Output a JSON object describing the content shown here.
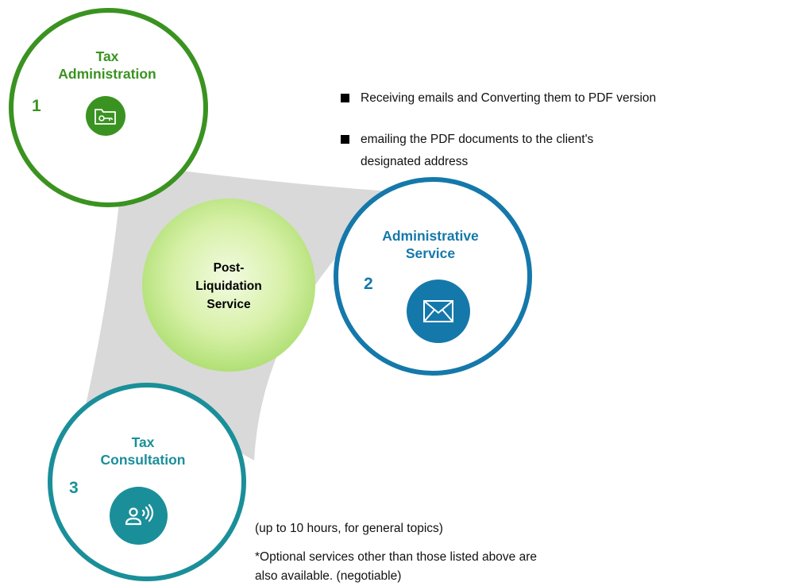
{
  "center": {
    "label_lines": [
      "Post-",
      "Liquidation",
      "Service"
    ]
  },
  "nodes": [
    {
      "number": "1",
      "title_lines": [
        "Tax",
        "Administration"
      ],
      "icon": "folder-key-icon",
      "color": "#3a9320"
    },
    {
      "number": "2",
      "title_lines": [
        "Administrative",
        "Service"
      ],
      "icon": "envelope-icon",
      "color": "#1578ab"
    },
    {
      "number": "3",
      "title_lines": [
        "Tax",
        "Consultation"
      ],
      "icon": "person-speaking-icon",
      "color": "#1a8f99"
    }
  ],
  "bullets": [
    {
      "lines": [
        "Receiving emails and Converting them to PDF version"
      ]
    },
    {
      "lines": [
        "emailing the PDF documents to the client's",
        "designated address"
      ]
    }
  ],
  "notes": [
    "(up to 10 hours, for general topics)",
    "*Optional services other than those listed above are",
    "also available. (negotiable)"
  ],
  "colors": {
    "connector": "#d9d9d9",
    "center_ball": "#a8dc6a"
  }
}
